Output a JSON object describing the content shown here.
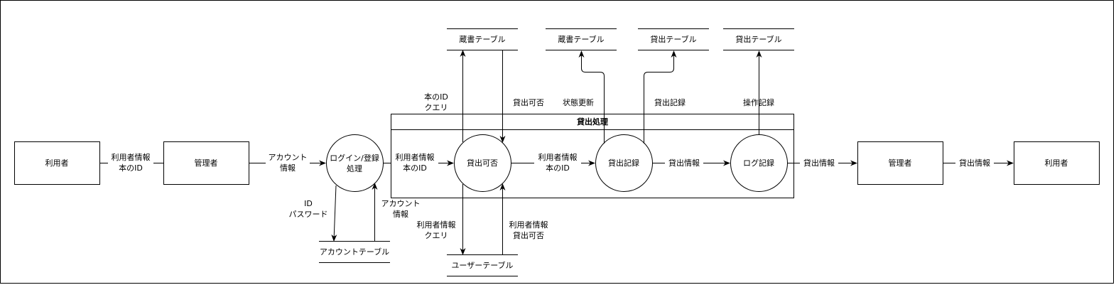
{
  "diagram": {
    "entities": {
      "user_left": "利用者",
      "admin_left": "管理者",
      "admin_right": "管理者",
      "user_right": "利用者"
    },
    "processes": {
      "login": [
        "ログイン/登録",
        "処理"
      ],
      "lend_check": "貸出可否",
      "lend_record": "貸出記録",
      "log_record": "ログ記録"
    },
    "frame": {
      "title": "貸出処理"
    },
    "stores": {
      "account_table": "アカウントテーブル",
      "books_table_1": "蔵書テーブル",
      "user_table": "ユーザーテーブル",
      "books_table_2": "蔵書テーブル",
      "lend_table_1": "貸出テーブル",
      "lend_table_2": "貸出テーブル"
    },
    "flows": {
      "user_to_admin": [
        "利用者情報",
        "本のID"
      ],
      "account_info": [
        "アカウント",
        "情報"
      ],
      "login_to_lend": [
        "利用者情報",
        "本のID"
      ],
      "id_password": [
        "ID",
        "パスワード"
      ],
      "account_info_return": [
        "アカウント",
        "情報"
      ],
      "book_id_query": [
        "本のID",
        "クエリ"
      ],
      "lend_ok_books": "貸出可否",
      "user_query": [
        "利用者情報",
        "クエリ"
      ],
      "user_lend_ok": [
        "利用者情報",
        "貸出可否"
      ],
      "lend_ok_to_record": [
        "利用者情報",
        "本のID"
      ],
      "status_update": "状態更新",
      "lend_record_flow": "貸出記録",
      "lend_info_1": "貸出情報",
      "operation_record": "操作記録",
      "lend_info_2": "貸出情報",
      "lend_info_3": "貸出情報"
    }
  }
}
